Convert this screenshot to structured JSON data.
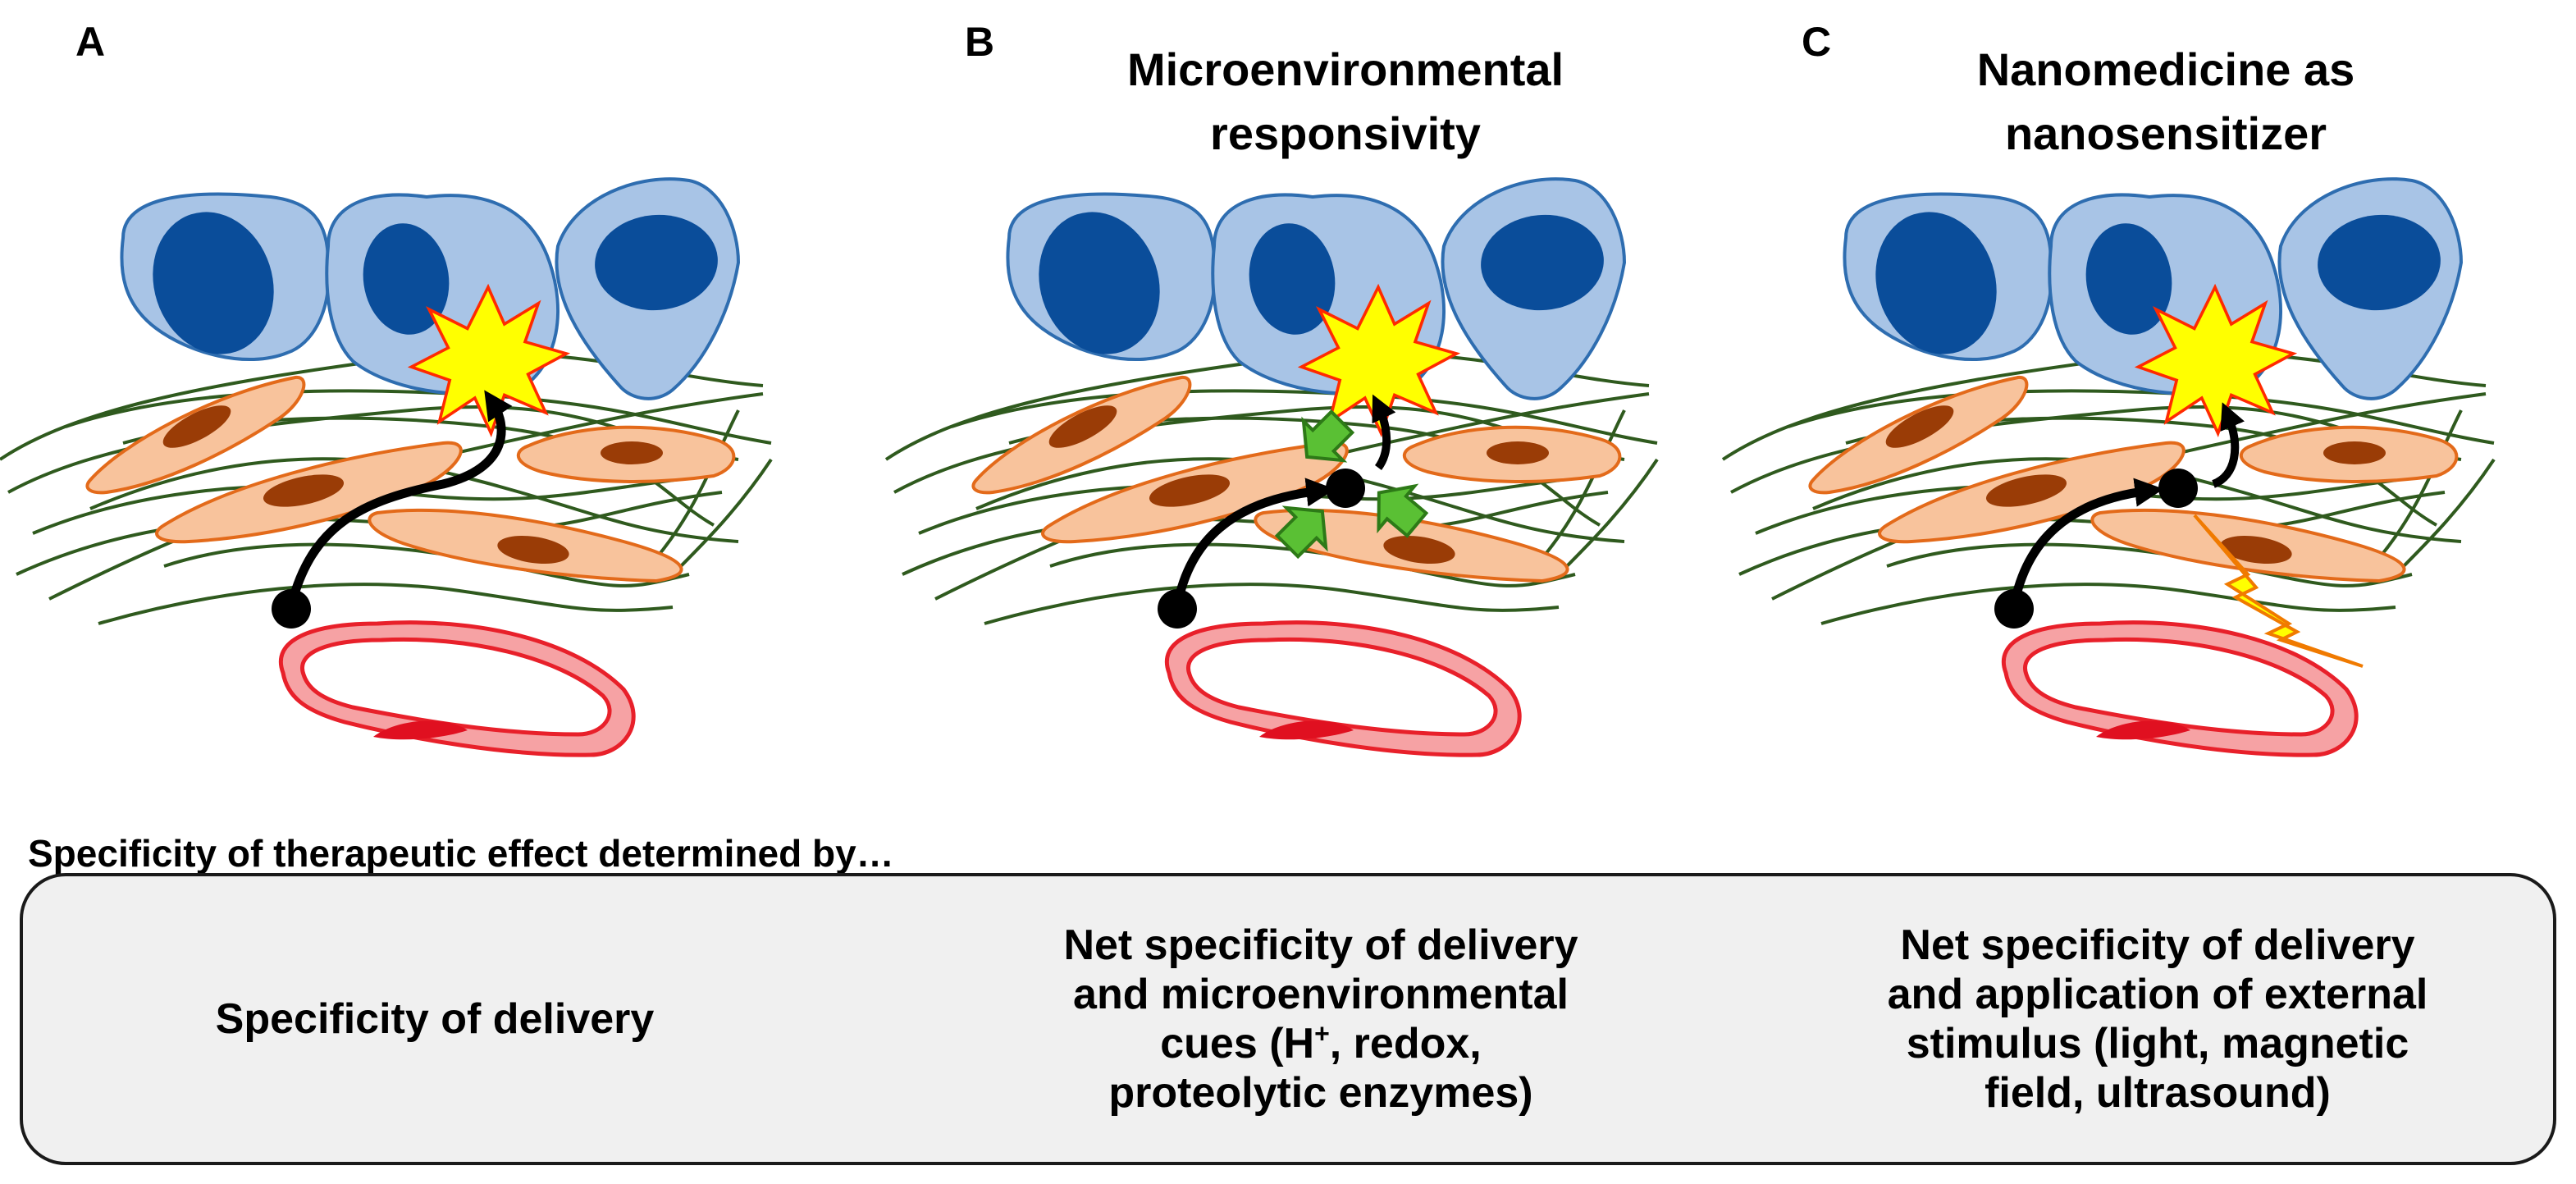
{
  "panels": {
    "a": {
      "letter": "A"
    },
    "b": {
      "letter": "B",
      "title_line1": "Microenvironmental",
      "title_line2": "responsivity"
    },
    "c": {
      "letter": "C",
      "title_line1": "Nanomedicine as",
      "title_line2": "nanosensitizer"
    }
  },
  "caption": "Specificity of therapeutic effect determined by…",
  "summary": {
    "a": "Specificity of delivery",
    "b_line1": "Net specificity of delivery",
    "b_line2": "and microenvironmental",
    "b_line3_pre": "cues (H",
    "b_line3_sup": "+",
    "b_line3_post": ", redox,",
    "b_line4": "proteolytic enzymes)",
    "c_line1": "Net specificity of delivery",
    "c_line2": "and application of external",
    "c_line3": "stimulus (light, magnetic",
    "c_line4": "field, ultrasound)"
  },
  "colors": {
    "tumor_cell_fill": "#a8c4e6",
    "tumor_cell_stroke": "#2e6db0",
    "tumor_nucleus": "#0a4d9a",
    "fibroblast_fill": "#f8c39c",
    "fibroblast_stroke": "#e36a1a",
    "fibroblast_nucleus": "#9a3c06",
    "fiber": "#2f5a1e",
    "vessel_stroke": "#e8202a",
    "vessel_fill": "#f6a2a4",
    "vessel_nucleus": "#e01020",
    "burst_fill": "#ffff00",
    "burst_stroke": "#ff2a00",
    "trigger_fill": "#5ac034",
    "trigger_stroke": "#2d7a17",
    "bolt_fill": "#ffff00",
    "bolt_stroke": "#f07a00",
    "particle": "#000000"
  }
}
